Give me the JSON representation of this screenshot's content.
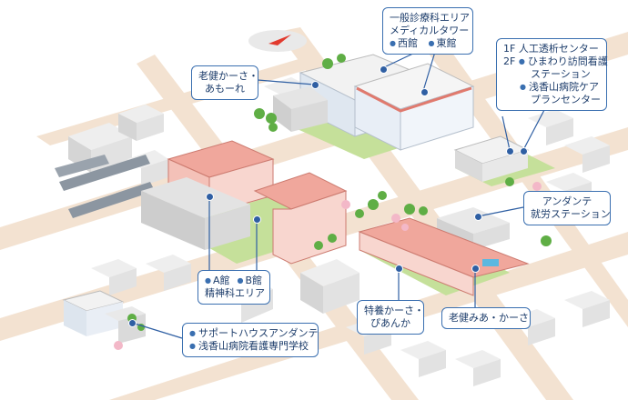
{
  "labels": {
    "medical_tower": {
      "title": [
        "一般診療科エリア",
        "メディカルタワー"
      ],
      "west": "西館",
      "east": "東館"
    },
    "rouken_kasa": [
      "老健かーさ・",
      "あもーれ"
    ],
    "center_info": {
      "f1": "1F",
      "f1_text": "人工透析センター",
      "f2": "2F",
      "f2_text": [
        "ひまわり訪問看護",
        "ステーション"
      ],
      "care": [
        "浅香山病院ケア",
        "プランセンター"
      ]
    },
    "andante": [
      "アンダンテ",
      "就労ステーション"
    ],
    "psych": {
      "a": "A館",
      "b": "B館",
      "title": "精神科エリア"
    },
    "tokuyo": [
      "特養かーさ・",
      "ぴあんか"
    ],
    "rouken_mia": "老健みあ・かーさ",
    "support": {
      "house": "サポートハウスアンダンテ",
      "school": "浅香山病院看護専門学校"
    }
  },
  "colors": {
    "accent": "#3a6fb0",
    "brick": "#e07a6e",
    "lawn": "#b9d98a",
    "road": "#f4e3d3"
  }
}
